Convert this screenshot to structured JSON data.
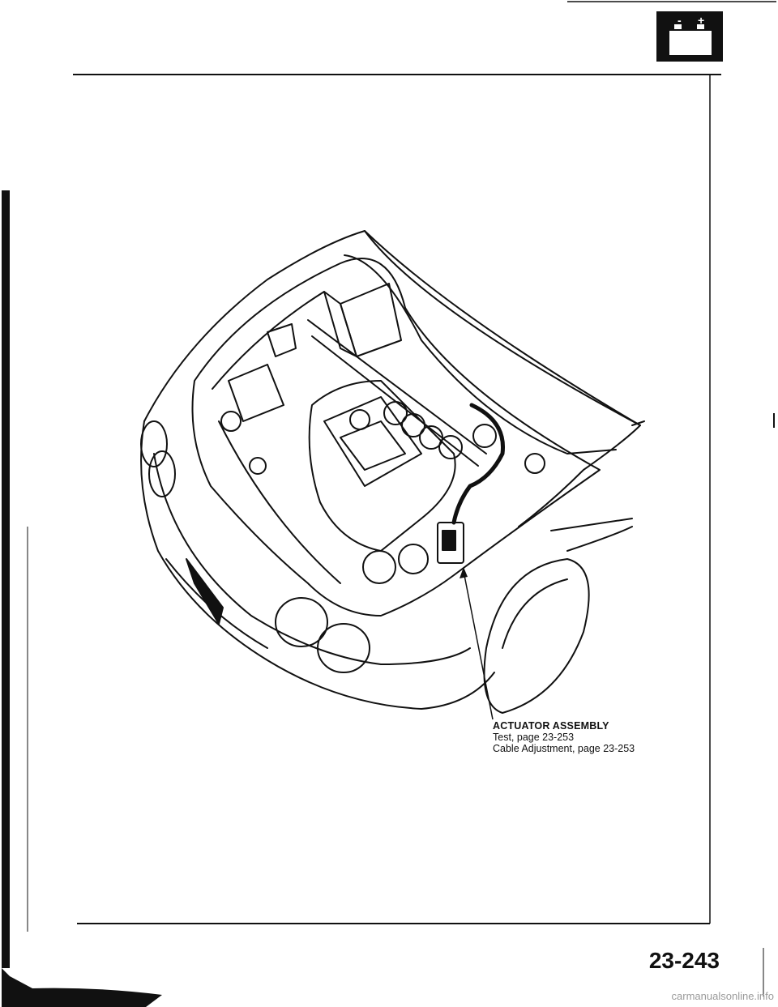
{
  "section_icon": {
    "name": "battery-icon",
    "minus": "-",
    "plus": "+"
  },
  "callout": {
    "title": "ACTUATOR ASSEMBLY",
    "lines": [
      "Test, page 23-253",
      "Cable Adjustment, page 23-253"
    ]
  },
  "page_number": "23-243",
  "watermark": "carmanualsonline.info",
  "colors": {
    "ink": "#111111",
    "paper": "#ffffff",
    "watermark": "#9a9a9a"
  }
}
